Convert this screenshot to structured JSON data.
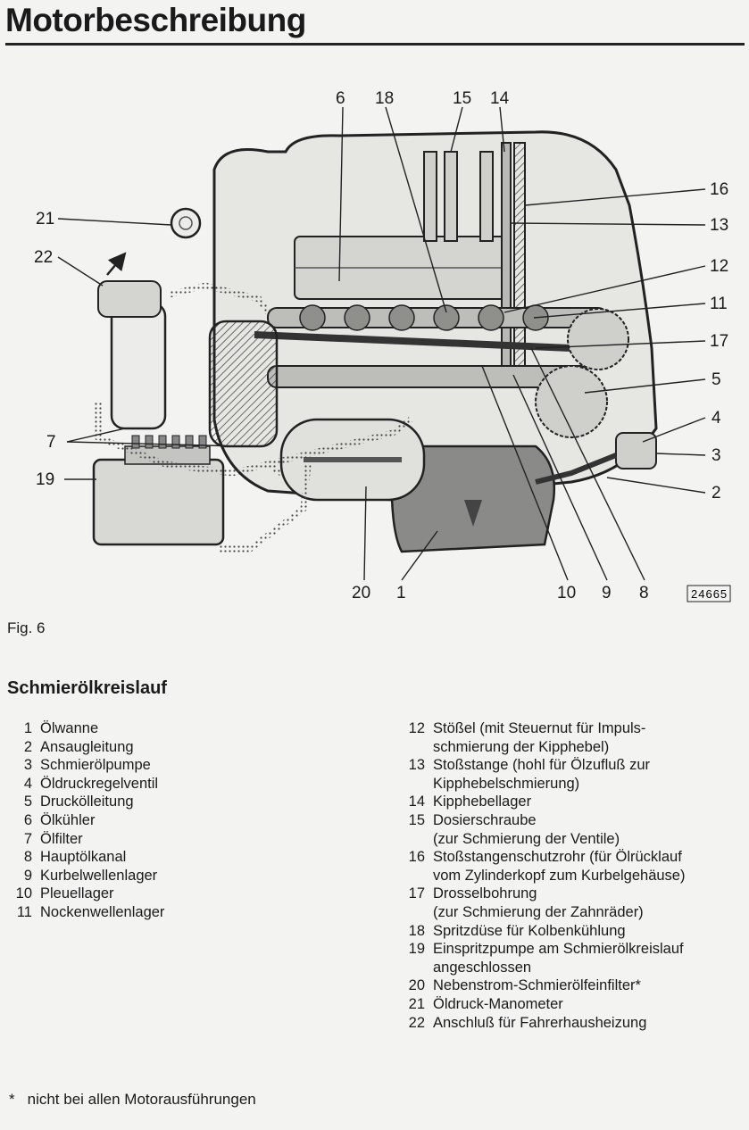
{
  "page": {
    "title": "Motorbeschreibung",
    "figure_caption": "Fig. 6",
    "section_heading": "Schmierölkreislauf",
    "footnote_marker": "*",
    "footnote_text": "nicht bei allen Motorausführungen"
  },
  "figure": {
    "image_number": "24665",
    "callouts": {
      "c6": "6",
      "c18": "18",
      "c15": "15",
      "c14": "14",
      "c16": "16",
      "c13": "13",
      "c12": "12",
      "c11": "11",
      "c17": "17",
      "c5": "5",
      "c4": "4",
      "c3": "3",
      "c2": "2",
      "c21": "21",
      "c22": "22",
      "c7": "7",
      "c19": "19",
      "c20": "20",
      "c1": "1",
      "c10": "10",
      "c9": "9",
      "c8": "8"
    }
  },
  "legend_left": [
    {
      "num": "1",
      "text": "Ölwanne"
    },
    {
      "num": "2",
      "text": "Ansaugleitung"
    },
    {
      "num": "3",
      "text": "Schmierölpumpe"
    },
    {
      "num": "4",
      "text": "Öldruckregelventil"
    },
    {
      "num": "5",
      "text": "Drucköl­leitung"
    },
    {
      "num": "6",
      "text": "Ölkühler"
    },
    {
      "num": "7",
      "text": "Ölfilter"
    },
    {
      "num": "8",
      "text": "Hauptölkanal"
    },
    {
      "num": "9",
      "text": "Kurbelwellenlager"
    },
    {
      "num": "10",
      "text": "Pleuellager"
    },
    {
      "num": "11",
      "text": "Nockenwellenlager"
    }
  ],
  "legend_right": [
    {
      "num": "12",
      "text": "Stößel (mit Steuernut für Impuls-\nschmierung der Kipphebel)"
    },
    {
      "num": "13",
      "text": "Stoßstange (hohl für Ölzufluß zur\nKipphebelschmierung)"
    },
    {
      "num": "14",
      "text": "Kipphebellager"
    },
    {
      "num": "15",
      "text": "Dosierschraube\n(zur Schmierung der Ventile)"
    },
    {
      "num": "16",
      "text": "Stoßstangenschutzrohr (für Ölrücklauf\nvom Zylinderkopf zum Kurbelgehäuse)"
    },
    {
      "num": "17",
      "text": "Drosselbohrung\n(zur Schmierung der Zahnräder)"
    },
    {
      "num": "18",
      "text": "Spritzdüse für Kolbenkühlung"
    },
    {
      "num": "19",
      "text": "Einspritzpumpe am Schmierölkreislauf\nangeschlossen"
    },
    {
      "num": "20",
      "text": "Nebenstrom-Schmierölfeinfilter*"
    },
    {
      "num": "21",
      "text": "Öldruck-Manometer"
    },
    {
      "num": "22",
      "text": "Anschluß für Fahrerhausheizung"
    }
  ]
}
